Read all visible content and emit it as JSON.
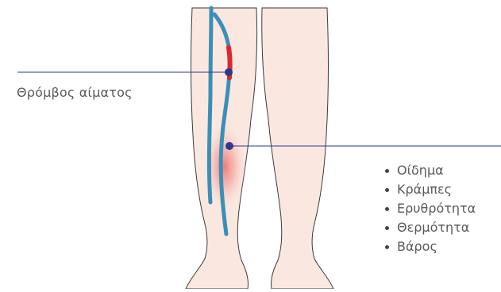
{
  "labels": {
    "clot": "Θρόμβος αίματος"
  },
  "symptoms": [
    "Οίδημα",
    "Κράμπες",
    "Ερυθρότητα",
    "Θερμότητα",
    "Βάρος"
  ],
  "colors": {
    "skin": "#fae8e0",
    "skin_outline": "#3a3a3a",
    "vein": "#3a8fb7",
    "clot": "#e0262b",
    "inflammation": "#f08a8a",
    "leader_line": "#2b3990",
    "marker": "#2b3990",
    "text": "#5a5a5a"
  }
}
